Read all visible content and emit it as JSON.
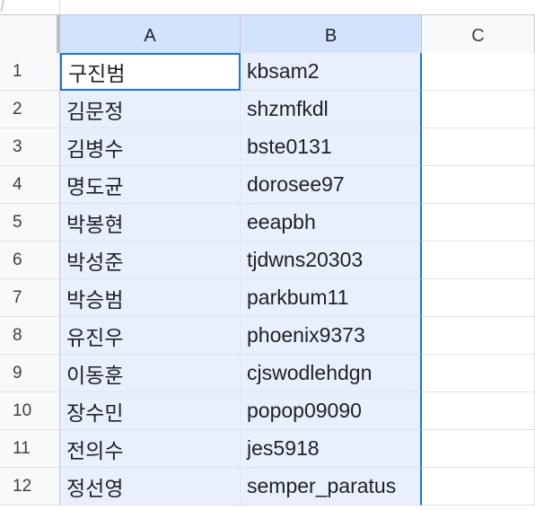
{
  "sheet": {
    "columns": [
      "A",
      "B",
      "C"
    ],
    "rows": [
      {
        "num": "1",
        "a": "구진범",
        "b": "kbsam2"
      },
      {
        "num": "2",
        "a": "김문정",
        "b": "shzmfkdl"
      },
      {
        "num": "3",
        "a": "김병수",
        "b": "bste0131"
      },
      {
        "num": "4",
        "a": "명도균",
        "b": "dorosee97"
      },
      {
        "num": "5",
        "a": "박봉현",
        "b": "eeapbh"
      },
      {
        "num": "6",
        "a": "박성준",
        "b": "tjdwns20303"
      },
      {
        "num": "7",
        "a": "박승범",
        "b": "parkbum11"
      },
      {
        "num": "8",
        "a": "유진우",
        "b": "phoenix9373"
      },
      {
        "num": "9",
        "a": "이동훈",
        "b": "cjswodlehdgn"
      },
      {
        "num": "10",
        "a": "장수민",
        "b": "popop09090"
      },
      {
        "num": "11",
        "a": "전의수",
        "b": "jes5918"
      },
      {
        "num": "12",
        "a": "정선영",
        "b": "semper_paratus"
      }
    ]
  },
  "colors": {
    "selection_border": "#1a73e8",
    "selection_fill": "#e8f0fe",
    "selected_header": "#d3e3fd",
    "header_bg": "#f8f9fa"
  }
}
